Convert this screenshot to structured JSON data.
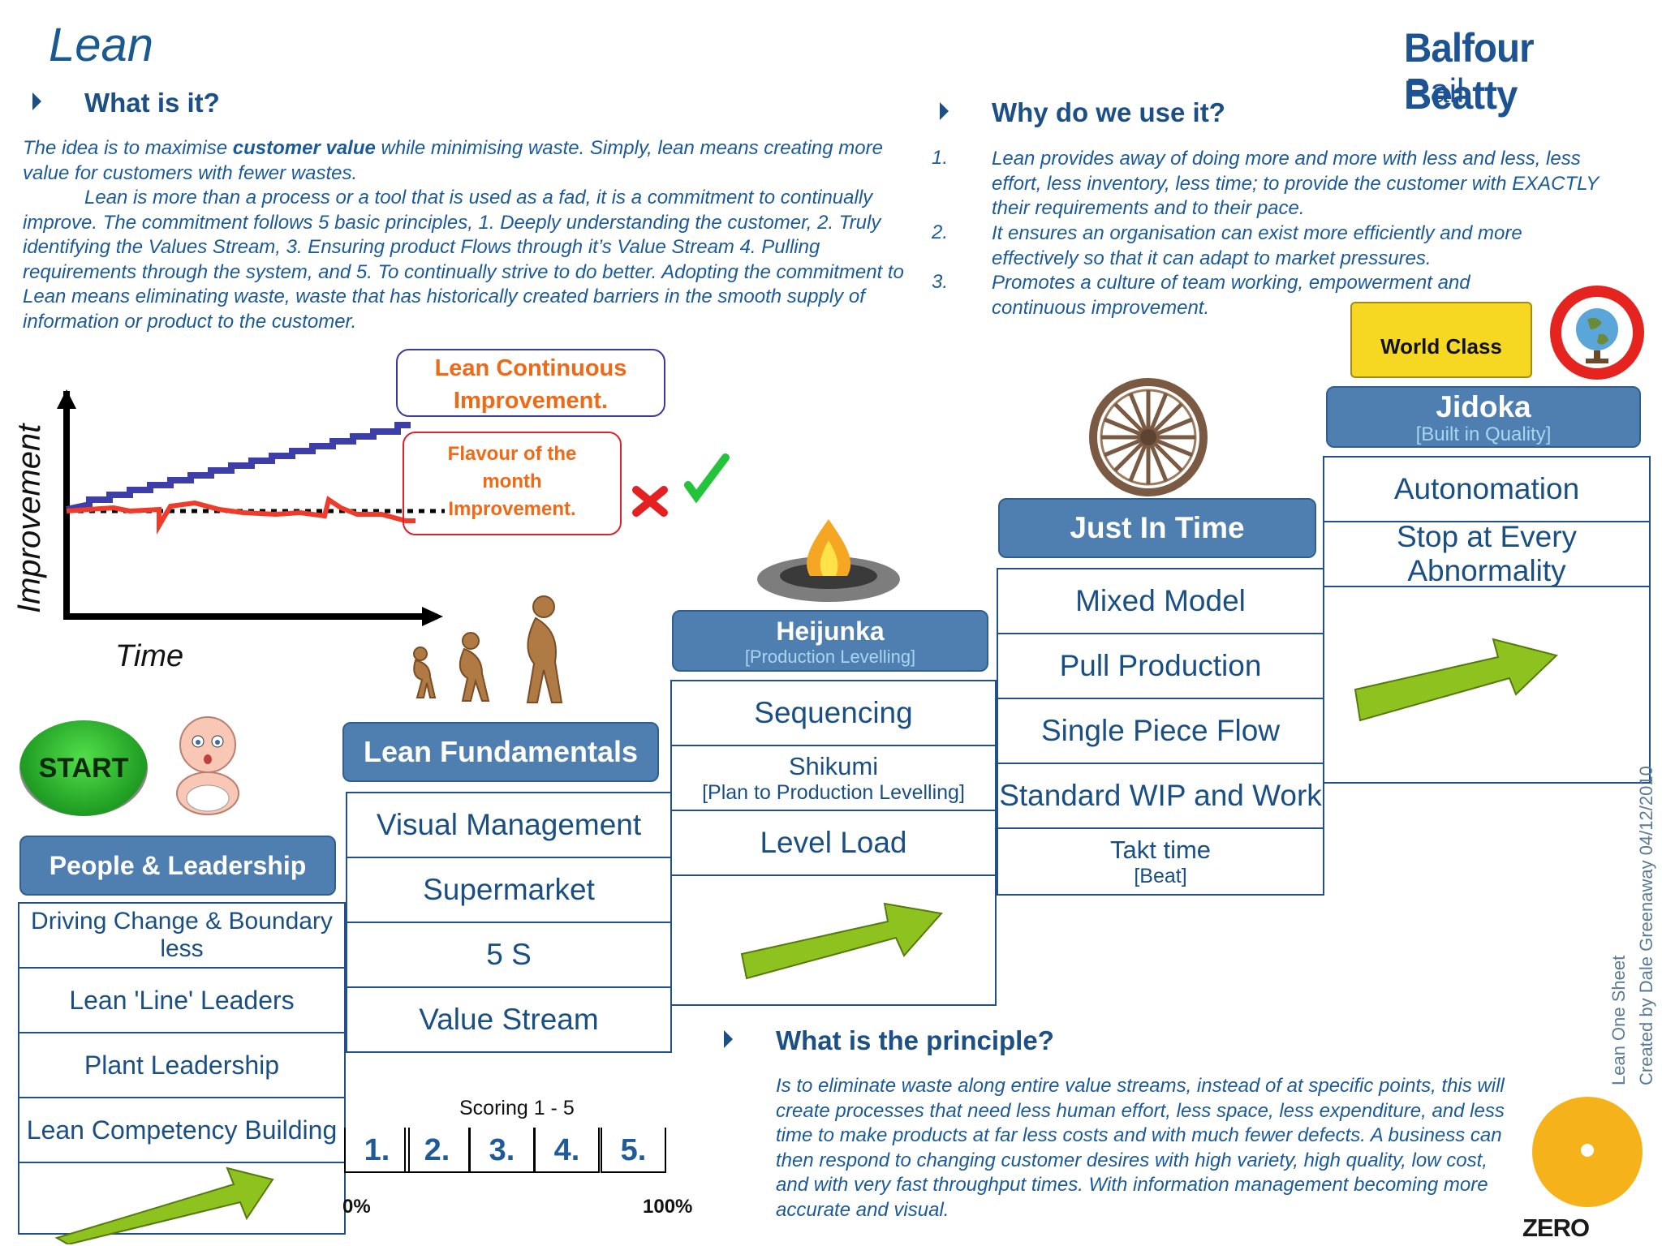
{
  "header": {
    "title": "Lean",
    "logo_line1": "Balfour Beatty",
    "logo_line2": "Rail"
  },
  "what_is_it": {
    "heading": "What is it?",
    "p1_before": "The idea is to maximise ",
    "p1_bold": "customer value",
    "p1_after": " while minimising waste. Simply, lean means creating more value for customers with fewer wastes.",
    "p2": "Lean is more than a process or a tool that is used as a fad, it is a commitment to continually improve. The commitment follows 5 basic principles, 1. Deeply understanding the customer, 2. Truly identifying the Values Stream, 3. Ensuring product Flows through it’s Value Stream 4. Pulling requirements through the system, and 5. To continually strive to do better. Adopting the commitment to Lean means eliminating waste, waste that has historically created barriers in the smooth supply of information or product to the customer."
  },
  "why_use": {
    "heading": "Why do we use it?",
    "items": [
      {
        "num": "1.",
        "text": "Lean provides away of doing more and more with less and less, less effort, less inventory, less time; to provide the customer with EXACTLY their requirements and to their pace."
      },
      {
        "num": "2.",
        "text": "It ensures an organisation can exist more efficiently and more effectively so that it can adapt to market pressures."
      },
      {
        "num": "3.",
        "text": "Promotes a culture of team working, empowerment and continuous improvement."
      }
    ]
  },
  "chart": {
    "ylabel": "Improvement",
    "xlabel": "Time",
    "good_label_1": "Lean Continuous",
    "good_label_2": "Improvement.",
    "bad_label_1": "Flavour of the",
    "bad_label_2": "month",
    "bad_label_3": "Improvement."
  },
  "start_label": "START",
  "columns": {
    "people": {
      "head": "People & Leadership",
      "items": [
        "Driving Change & Boundary less",
        "Lean 'Line' Leaders",
        "Plant Leadership",
        "Lean Competency Building"
      ]
    },
    "fundamentals": {
      "head": "Lean Fundamentals",
      "items": [
        "Visual Management",
        "Supermarket",
        "5 S",
        "Value Stream"
      ]
    },
    "heijunka": {
      "head": "Heijunka",
      "sub": "[Production Levelling]",
      "items": [
        "Sequencing",
        "Shikumi",
        "[Plan to Production Levelling]",
        "Level Load"
      ]
    },
    "jit": {
      "head": "Just In Time",
      "items": [
        "Mixed Model",
        "Pull Production",
        "Single Piece Flow",
        "Standard WIP and Work",
        "Takt time",
        "[Beat]"
      ]
    },
    "jidoka": {
      "head": "Jidoka",
      "sub": "[Built in Quality]",
      "items": [
        "Autonomation",
        "Stop at Every Abnormality"
      ],
      "banner": "World Class"
    }
  },
  "scoring": {
    "label": "Scoring 1 - 5",
    "boxes": [
      "1.",
      "2.",
      "3.",
      "4.",
      "5."
    ],
    "min": "0%",
    "max": "100%"
  },
  "principle": {
    "heading": "What is the principle?",
    "text": "Is to eliminate waste along entire value streams, instead of at specific points, this will create processes that need less human effort, less space, less expenditure, and less time to make products at far less costs and with much fewer defects. A business can then respond to changing customer desires with high variety, high quality, low cost, and with very fast throughput times. With information management becoming more accurate and visual."
  },
  "side": {
    "line1": "Lean One Sheet",
    "line2": "Created by Dale Greenaway 04/12/2010"
  },
  "footer_logo": "ZERO HARM"
}
